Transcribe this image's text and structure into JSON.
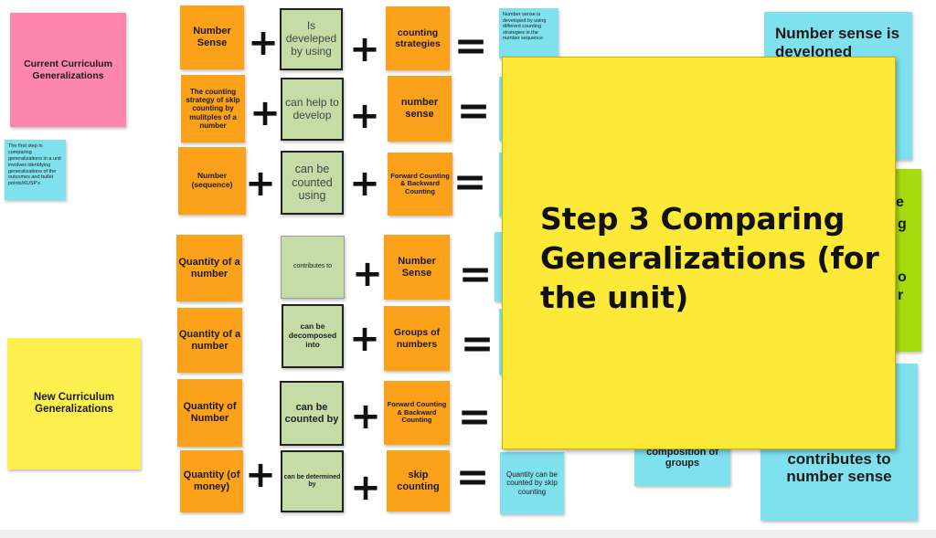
{
  "notes": {
    "current_curriculum": "Current Curriculum Generalizations",
    "new_curriculum": "New Curriculum Generalizations",
    "first_step": "The first step in comparing generalizations in a unit involves identifying generalizations of the outcomes and bullet points/KUSP's",
    "current_rows": [
      {
        "a": "Number Sense",
        "b": "Is develeped by using",
        "c": "counting strategies",
        "d": "Number sense is developed by using different counting strategies in the number sequence"
      },
      {
        "a": "The counting strategy of skip counting by mulitples of a number",
        "b": "can help to develop",
        "c": "number sense",
        "d": ""
      },
      {
        "a": "Number (sequence)",
        "b": "can be counted using",
        "c": "Forward Counting & Backward Counting",
        "d": ""
      }
    ],
    "new_rows": [
      {
        "a": "Quantity of a number",
        "b": "contributes to",
        "c": "Number Sense",
        "d": ""
      },
      {
        "a": "Quantity of a number",
        "b": "can be decomposed into",
        "c": "Groups of numbers",
        "d": ""
      },
      {
        "a": "Quantity of Number",
        "b": "can be counted by",
        "c": "Forward Counting & Backward Counting",
        "d": ""
      },
      {
        "a": "Quantity (of money)",
        "b": "can be determined by",
        "c": "skip counting",
        "d": "Quantity can be counted by skip counting"
      }
    ],
    "right_top": "Number sense is develoned",
    "lime_fragments": [
      "e",
      "g",
      "o",
      "r"
    ],
    "composition": "composition of groups",
    "contributes": "contributes to number sense"
  },
  "symbols": {
    "plus": "+",
    "equals": "="
  },
  "step3_title": "Step 3 Comparing Generalizations (for the unit)",
  "colors": {
    "orange": "#fca11a",
    "green": "#c5dca7",
    "cyan": "#7fe0ee",
    "pink": "#fc86ae",
    "yellow": "#fdf04e",
    "lime": "#a6dc0e"
  }
}
